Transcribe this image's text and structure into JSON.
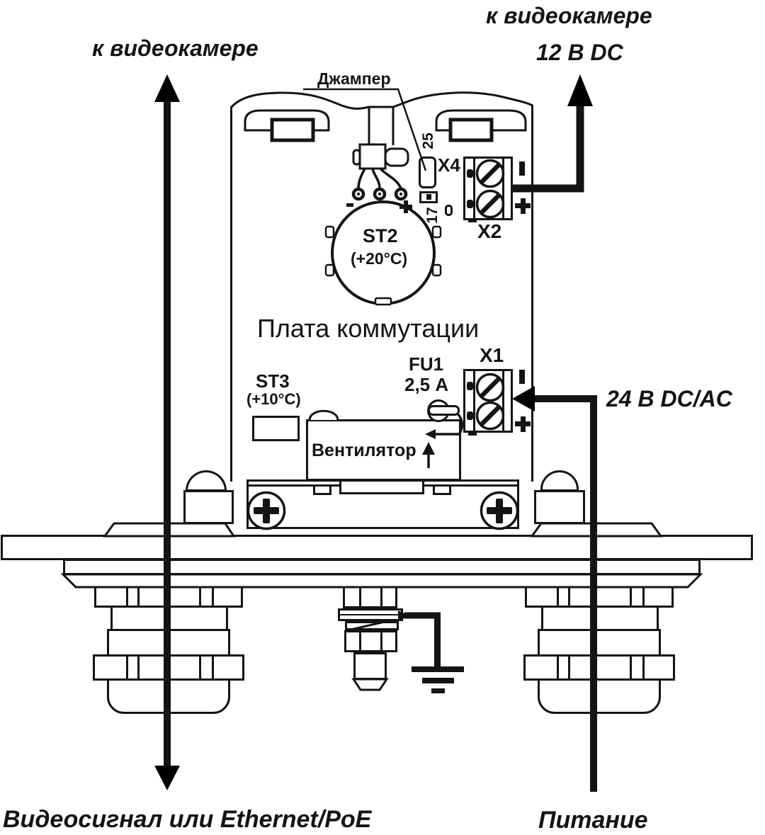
{
  "colors": {
    "ink": "#141414",
    "paper": "#ffffff"
  },
  "annotations": {
    "to_camera_left": "к видеокамере",
    "to_camera_right": "к видеокамере",
    "camera_power": "12 В DC",
    "power_input": "24 В DC/AC",
    "video_signal": "Видеосигнал или Ethernet/PoE",
    "power": "Питание"
  },
  "board": {
    "title": "Плата коммутации",
    "jumper_label": "Джампер",
    "mark_25": "25",
    "mark_17": "17",
    "x4": "X4",
    "x2": "X2",
    "x1": "X1",
    "st2": "ST2",
    "st2_temp": "(+20°C)",
    "st3": "ST3",
    "st3_temp": "(+10°C)",
    "fu1": "FU1",
    "fu1_rating": "2,5 А",
    "fan": "Вентилятор",
    "polarity_plus": "+",
    "polarity_minus": "−"
  }
}
